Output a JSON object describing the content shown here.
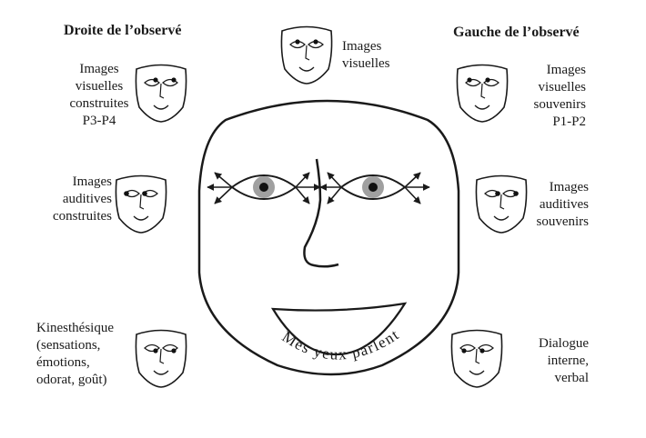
{
  "headings": {
    "left": "Droite de l’observé",
    "right": "Gauche de l’observé"
  },
  "labels": {
    "visual_images": "Images\nvisuelles",
    "visual_constructed": "Images\nvisuelles\nconstruites\nP3-P4",
    "visual_remembered": "Images\nvisuelles\nsouvenirs\nP1-P2",
    "auditory_constructed": "Images\nauditives\nconstruites",
    "auditory_remembered": "Images\nauditives\nsouvenirs",
    "kinesthetic": "Kinesthésique\n(sensations,\némotions,\nodorat, goût)",
    "internal_dialogue": "Dialogue\ninterne,\nverbal"
  },
  "smile_caption": "Mes yeux parlent",
  "colors": {
    "ink": "#1a1a1a",
    "iris": "#a0a0a0",
    "pupil": "#111111"
  }
}
